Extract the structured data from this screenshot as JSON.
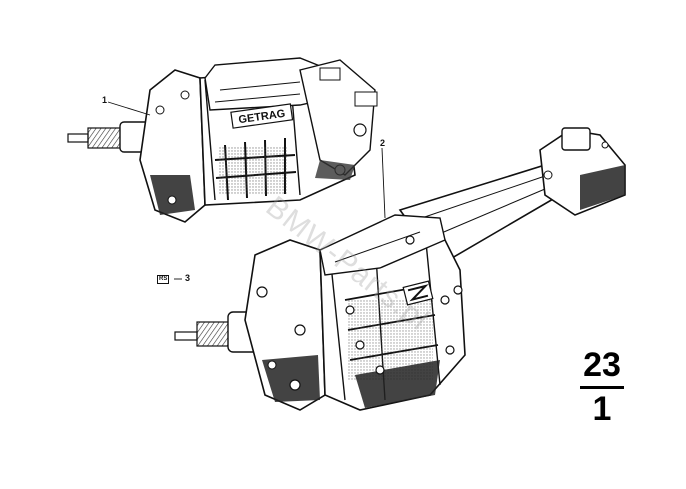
{
  "diagram": {
    "callouts": {
      "part1": "1",
      "part2": "2",
      "part3": "3"
    },
    "rs_box_label": "RS",
    "brand_plate": "GETRAG",
    "watermark": "BMW-Parts.pl",
    "figure_number": {
      "top": "23",
      "bottom": "1"
    }
  },
  "colors": {
    "ink": "#111111",
    "shade": "#4a4a4a",
    "paper": "#ffffff"
  }
}
